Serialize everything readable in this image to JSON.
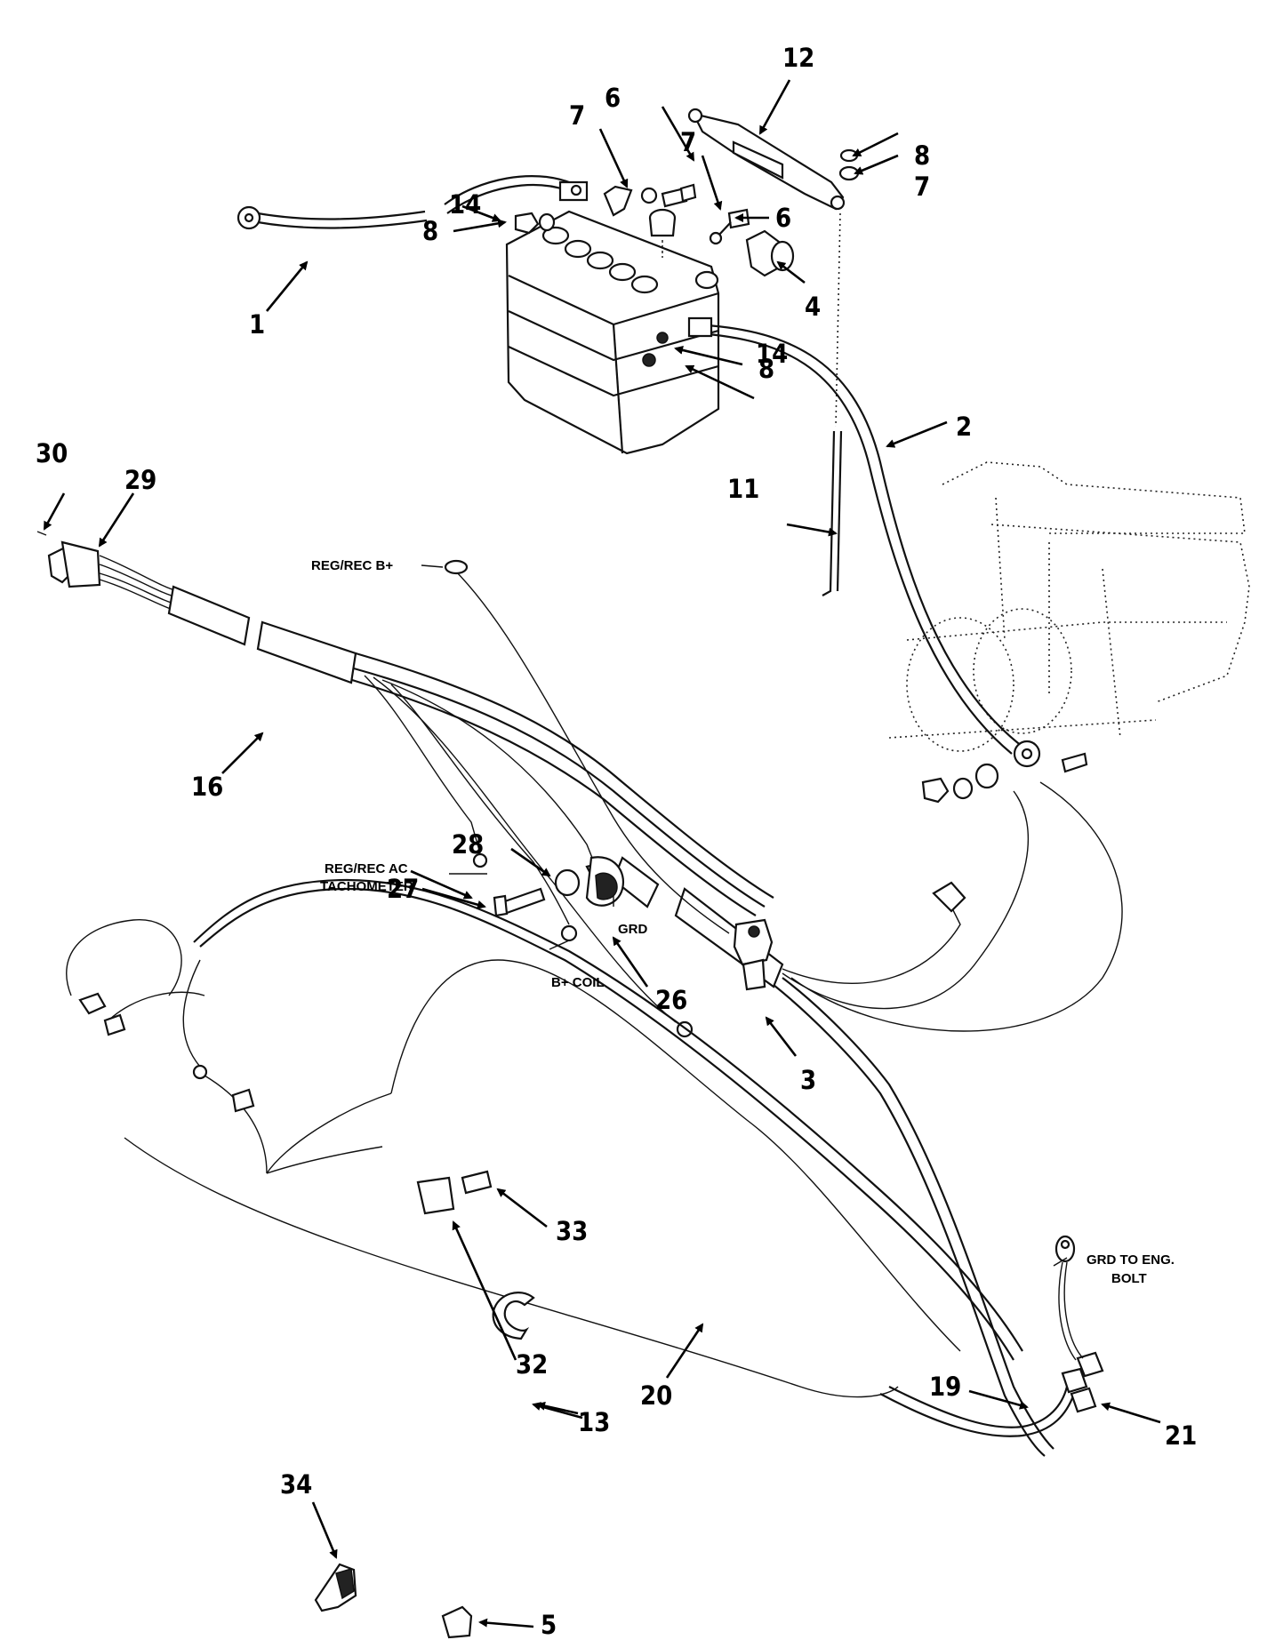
{
  "callouts": {
    "n1": "1",
    "n2": "2",
    "n3": "3",
    "n4": "4",
    "n5": "5",
    "n6a": "6",
    "n6b": "6",
    "n7a": "7",
    "n7b": "7",
    "n7c": "7",
    "n8a": "8",
    "n8b": "8",
    "n8c": "8",
    "n11": "11",
    "n12": "12",
    "n13": "13",
    "n14a": "14",
    "n14b": "14",
    "n16": "16",
    "n19": "19",
    "n20": "20",
    "n21": "21",
    "n26": "26",
    "n27": "27",
    "n28": "28",
    "n29": "29",
    "n30": "30",
    "n32": "32",
    "n33": "33",
    "n34": "34"
  },
  "labels": {
    "reg_rec_bplus": "REG/REC B+",
    "reg_rec_ac": "REG/REC AC",
    "tachometer": "TACHOMETER",
    "grd": "GRD",
    "bplus_coil": "B+ COIL",
    "grd_to_eng_line1": "GRD TO ENG.",
    "grd_to_eng_line2": "BOLT"
  }
}
